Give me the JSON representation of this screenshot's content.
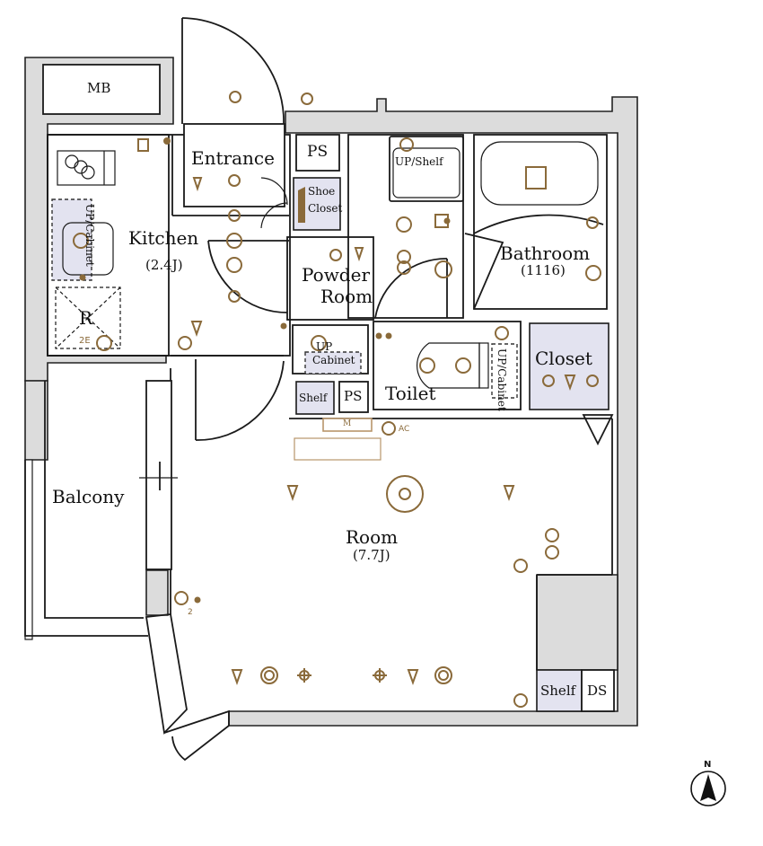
{
  "floorplan": {
    "rooms": {
      "mb": "MB",
      "entrance": "Entrance",
      "ps_top": "PS",
      "shoe_closet_line1": "Shoe",
      "shoe_closet_line2": "Closet",
      "up_shelf": "UP/Shelf",
      "kitchen": "Kitchen",
      "kitchen_size": "(2.4J)",
      "up_cabinet_kitchen": "UP/Cabinet",
      "fridge": "R",
      "fridge_outlet": "2E",
      "powder_line1": "Powder",
      "powder_line2": "Room",
      "bathroom": "Bathroom",
      "bathroom_size": "(1116)",
      "up_cabinet_powder_line1": "UP",
      "up_cabinet_powder_line2": "Cabinet",
      "toilet": "Toilet",
      "up_cabinet_toilet": "UP/Cabinet",
      "closet": "Closet",
      "shelf_mid": "Shelf",
      "ps_mid": "PS",
      "monitor": "M",
      "ac": "AC",
      "balcony": "Balcony",
      "room": "Room",
      "room_size": "(7.7J)",
      "shelf_bottom": "Shelf",
      "ds": "DS",
      "outlet_count": "2"
    },
    "compass": {
      "label": "N"
    },
    "colors": {
      "wall": "#dcdcdc",
      "storage": "#e3e3f0",
      "fixture": "#8a6a3a"
    }
  }
}
